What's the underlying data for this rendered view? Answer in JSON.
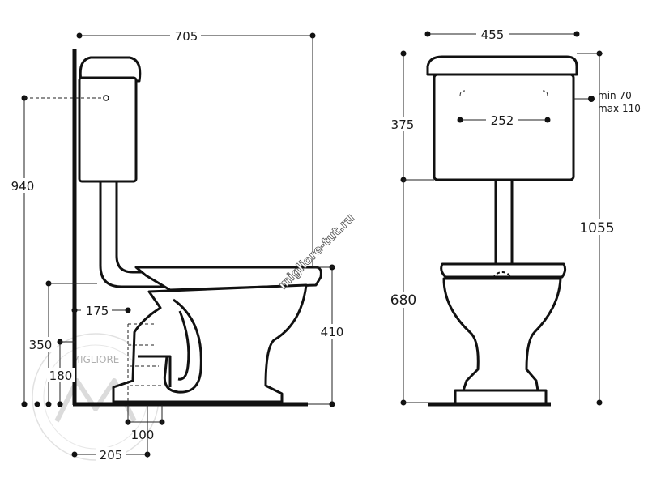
{
  "side_view": {
    "width_label": "705",
    "tank_height_label": "940",
    "outlet_offset_label": "175",
    "outlet_height_label": "350",
    "inlet_height_label": "180",
    "floor_fix_spacing_label": "100",
    "base_offset_label": "205",
    "bowl_height_label": "410"
  },
  "front_view": {
    "cistern_width_label": "455",
    "cistern_height_label": "375",
    "fixing_spacing_label": "252",
    "wall_clearance_min_label": "min 70",
    "wall_clearance_max_label": "max 110",
    "total_height_label": "1055",
    "bowl_height_label": "680"
  },
  "watermark": {
    "site_text": "migliore-tut.ru",
    "logo_text": "MIGLIORE"
  }
}
